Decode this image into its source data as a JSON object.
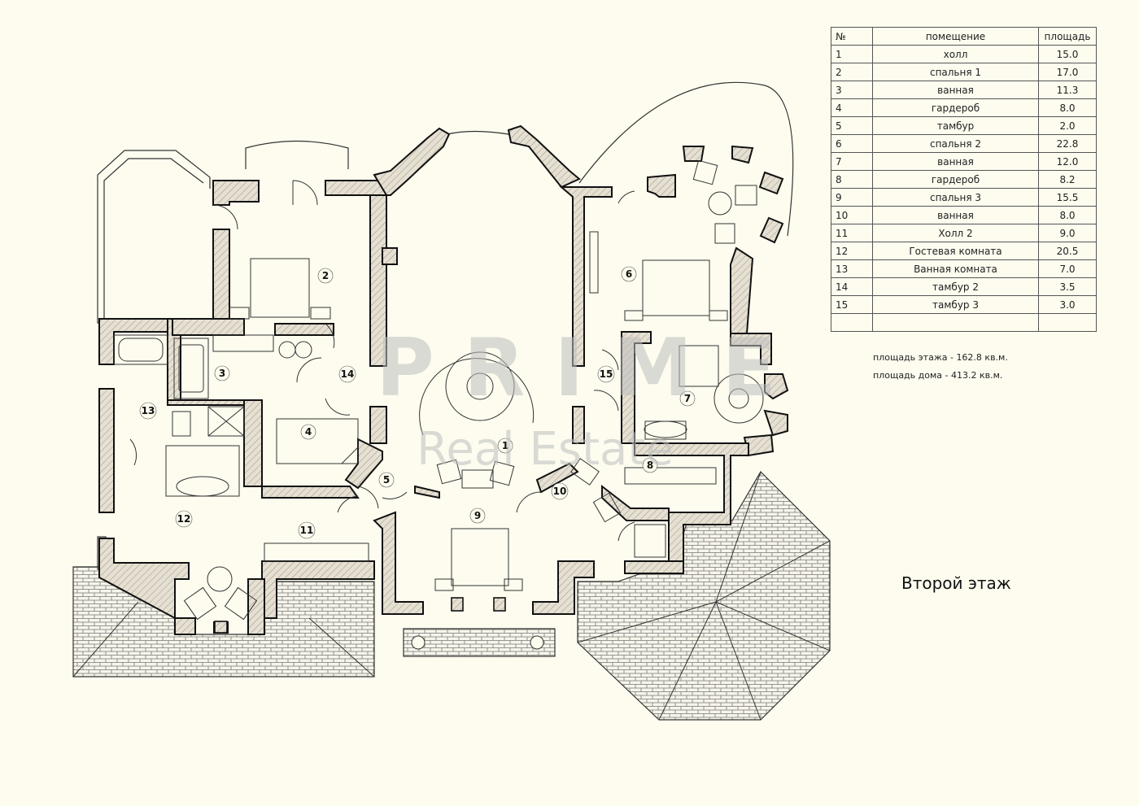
{
  "table": {
    "header": {
      "num": "№",
      "name": "помещение",
      "area": "площадь"
    },
    "rows": [
      {
        "num": "1",
        "name": "холл",
        "area": "15.0"
      },
      {
        "num": "2",
        "name": "спальня 1",
        "area": "17.0"
      },
      {
        "num": "3",
        "name": "ванная",
        "area": "11.3"
      },
      {
        "num": "4",
        "name": "гардероб",
        "area": "8.0"
      },
      {
        "num": "5",
        "name": "тамбур",
        "area": "2.0"
      },
      {
        "num": "6",
        "name": "спальня 2",
        "area": "22.8"
      },
      {
        "num": "7",
        "name": "ванная",
        "area": "12.0"
      },
      {
        "num": "8",
        "name": "гардероб",
        "area": "8.2"
      },
      {
        "num": "9",
        "name": "спальня 3",
        "area": "15.5"
      },
      {
        "num": "10",
        "name": "ванная",
        "area": "8.0"
      },
      {
        "num": "11",
        "name": "Холл 2",
        "area": "9.0"
      },
      {
        "num": "12",
        "name": "Гостевая комната",
        "area": "20.5"
      },
      {
        "num": "13",
        "name": "Ванная комната",
        "area": "7.0"
      },
      {
        "num": "14",
        "name": "тамбур 2",
        "area": "3.5"
      },
      {
        "num": "15",
        "name": "тамбур 3",
        "area": "3.0"
      },
      {
        "num": "",
        "name": "",
        "area": ""
      }
    ]
  },
  "summary": {
    "floor_area": "площадь этажа - 162.8 кв.м.",
    "house_area": "площадь дома  - 413.2 кв.м."
  },
  "floor_title": "Второй этаж",
  "room_labels": [
    "1",
    "2",
    "3",
    "4",
    "5",
    "6",
    "7",
    "8",
    "9",
    "10",
    "11",
    "12",
    "13",
    "14",
    "15"
  ],
  "watermark": {
    "brand": "PRIME",
    "sub": "Real Estate"
  },
  "colors": {
    "background": "#fdfcef",
    "wall_fill": "#e6e0d2",
    "line": "#111111",
    "watermark": "#bebebe"
  }
}
